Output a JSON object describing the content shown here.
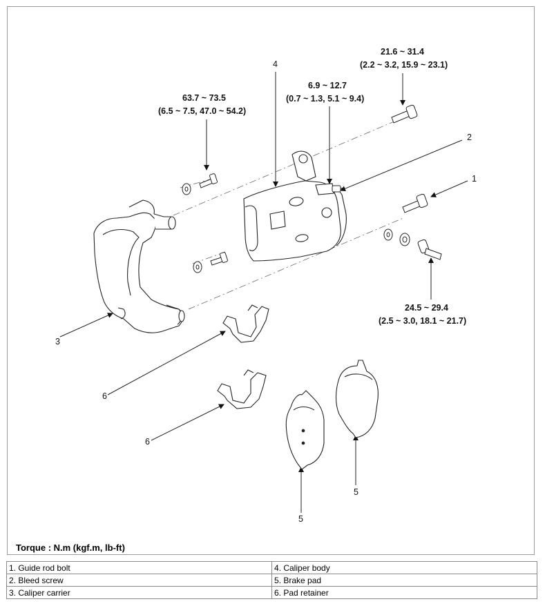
{
  "torque_specs": {
    "top_right": {
      "value": "21.6 ~ 31.4",
      "alt": "(2.2 ~ 3.2, 15.9 ~ 23.1)"
    },
    "upper_left": {
      "value": "63.7 ~ 73.5",
      "alt": "(6.5 ~ 7.5, 47.0 ~ 54.2)"
    },
    "bleed": {
      "value": "6.9 ~ 12.7",
      "alt": "(0.7 ~ 1.3, 5.1 ~ 9.4)"
    },
    "lower_right": {
      "value": "24.5 ~ 29.4",
      "alt": "(2.5 ~ 3.0, 18.1 ~ 21.7)"
    }
  },
  "callouts": {
    "n1": "1",
    "n2": "2",
    "n3": "3",
    "n4": "4",
    "n5a": "5",
    "n5b": "5",
    "n6a": "6",
    "n6b": "6"
  },
  "torque_unit_label": "Torque : N.m (kgf.m, lb-ft)",
  "legend": {
    "rows": [
      [
        "1. Guide rod bolt",
        "4. Caliper body"
      ],
      [
        "2. Bleed screw",
        "5. Brake pad"
      ],
      [
        "3. Caliper carrier",
        "6. Pad retainer"
      ]
    ]
  },
  "colors": {
    "line": "#222222",
    "border": "#9a9a9a"
  }
}
